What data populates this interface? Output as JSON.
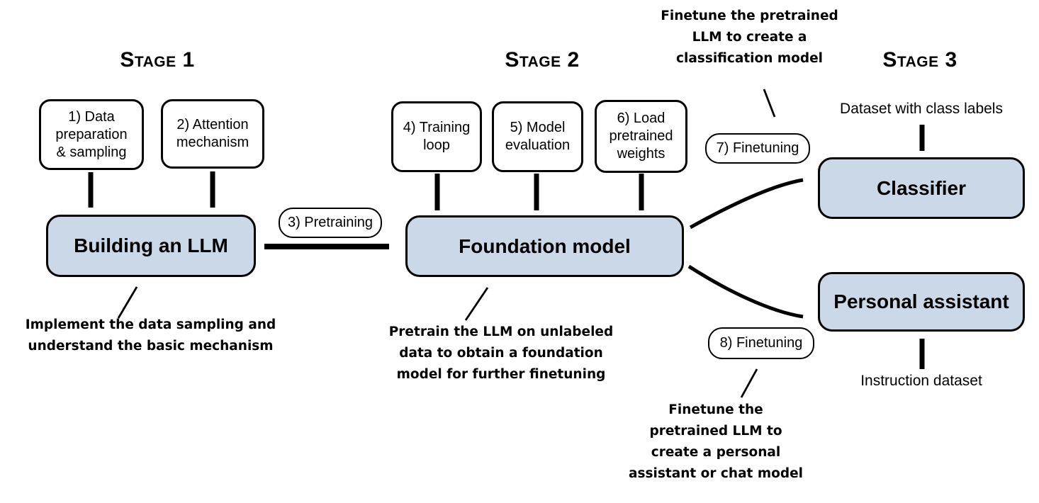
{
  "colors": {
    "model_box_fill": "#cad8e7",
    "box_border": "#000000",
    "background": "#ffffff",
    "text": "#000000"
  },
  "stage1": {
    "heading": "Stage 1",
    "box_data_prep": "1) Data\npreparation\n& sampling",
    "box_attention": "2) Attention\nmechanism",
    "main_box": "Building an LLM",
    "annotation": "Implement the data sampling and\nunderstand the basic mechanism"
  },
  "transition_1_2": {
    "pill": "3) Pretraining"
  },
  "stage2": {
    "heading": "Stage 2",
    "box_training_loop": "4) Training\nloop",
    "box_model_eval": "5) Model\nevaluation",
    "box_load_weights": "6) Load\npretrained\nweights",
    "main_box": "Foundation model",
    "annotation": "Pretrain the LLM on unlabeled\ndata to obtain a foundation\nmodel for further finetuning"
  },
  "stage3": {
    "heading": "Stage 3",
    "classifier_branch": {
      "annotation": "Finetune the pretrained\nLLM to create a\nclassification model",
      "pill": "7) Finetuning",
      "input_label": "Dataset with class labels",
      "box": "Classifier"
    },
    "assistant_branch": {
      "annotation": "Finetune the\npretrained LLM to\ncreate a personal\nassistant or chat model",
      "pill": "8) Finetuning",
      "input_label": "Instruction dataset",
      "box": "Personal assistant"
    }
  }
}
